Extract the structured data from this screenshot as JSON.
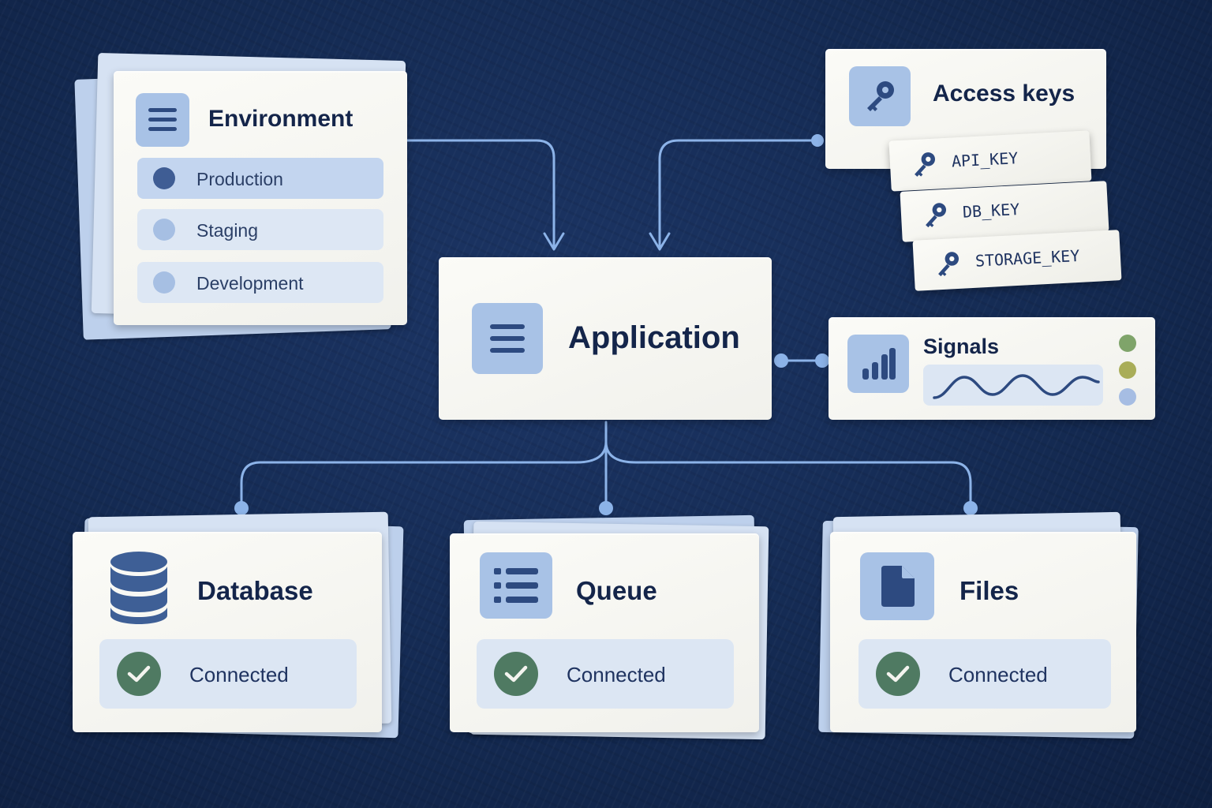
{
  "environment": {
    "title": "Environment",
    "icon": "list-icon",
    "options": [
      {
        "label": "Production",
        "selected": true
      },
      {
        "label": "Staging",
        "selected": false
      },
      {
        "label": "Development",
        "selected": false
      }
    ]
  },
  "access_keys": {
    "title": "Access keys",
    "icon": "key-icon",
    "keys": [
      "API_KEY",
      "DB_KEY",
      "STORAGE_KEY"
    ]
  },
  "application": {
    "title": "Application",
    "icon": "list-icon"
  },
  "signals": {
    "title": "Signals",
    "icon": "bar-chart-icon",
    "indicator_colors": [
      "#7fa46a",
      "#a9ad58",
      "#a6bde3"
    ]
  },
  "services": [
    {
      "title": "Database",
      "icon": "database-icon",
      "status": "Connected"
    },
    {
      "title": "Queue",
      "icon": "queue-list-icon",
      "status": "Connected"
    },
    {
      "title": "Files",
      "icon": "file-icon",
      "status": "Connected"
    }
  ],
  "colors": {
    "background": "#142a52",
    "connector": "#8cb3e8",
    "status_ok": "#4f7a62",
    "accent": "#3f5d94"
  }
}
